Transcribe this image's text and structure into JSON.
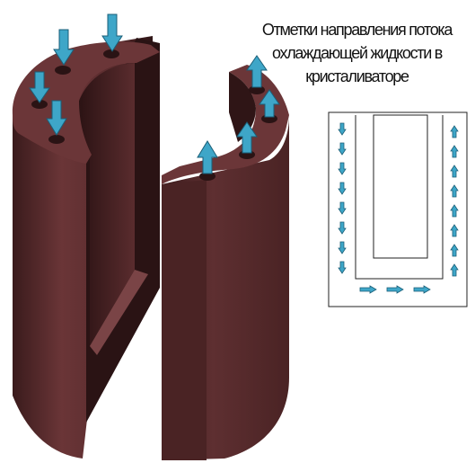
{
  "caption": {
    "line1": "Отметки направления потока",
    "line2": "охлаждающей жидкости в",
    "line3": "кристаливаторе"
  },
  "colors": {
    "body": "#5a2c2e",
    "body_dark": "#2a1314",
    "body_light": "#7a4446",
    "top_face": "#6b3638",
    "arrow": "#3ea6c8",
    "arrow_stroke": "#1b5f78",
    "schematic_line": "#222222"
  },
  "diagram": {
    "left_piece_flow": "down",
    "right_piece_flow": "up",
    "schematic_left_column": "down",
    "schematic_bottom_row": "right",
    "schematic_right_column": "up"
  }
}
